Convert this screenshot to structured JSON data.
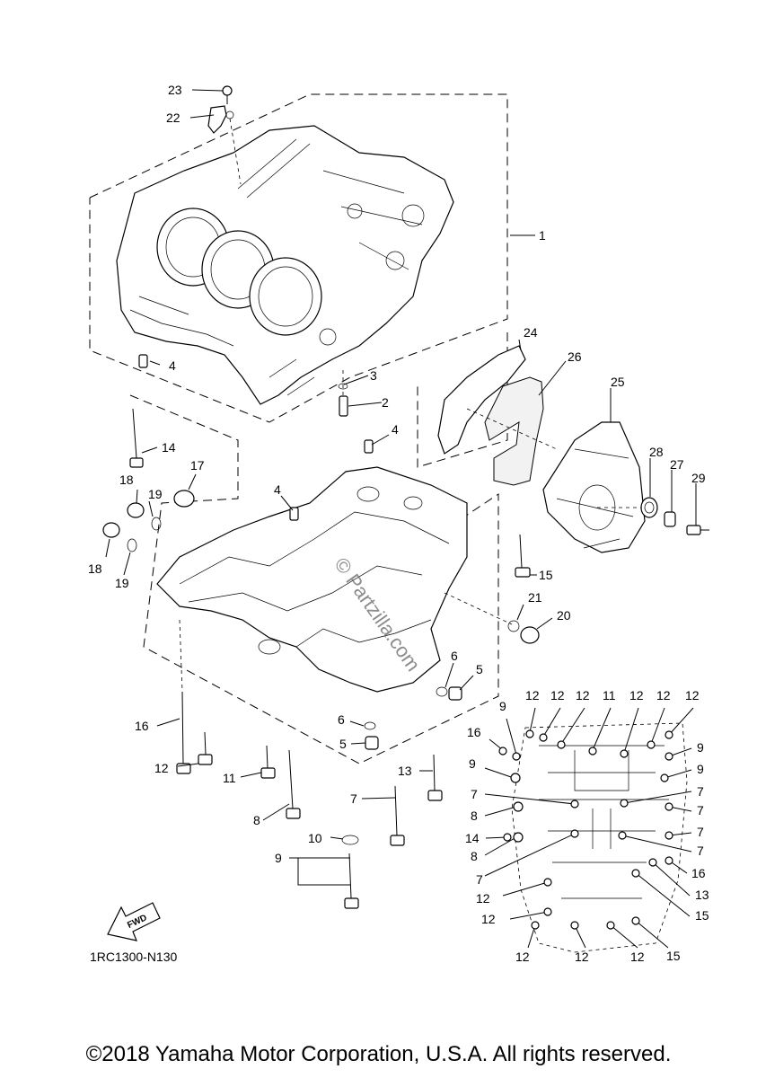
{
  "diagram_code": "1RC1300-N130",
  "copyright": "©2018 Yamaha Motor Corporation, U.S.A. All rights reserved.",
  "watermark": "© Partzilla.com",
  "fwd_label": "FWD",
  "callouts": {
    "c1": "1",
    "c2": "2",
    "c3": "3",
    "c4a": "4",
    "c4b": "4",
    "c4c": "4",
    "c5a": "5",
    "c5b": "5",
    "c6a": "6",
    "c6b": "6",
    "c7": "7",
    "c8": "8",
    "c9": "9",
    "c10": "10",
    "c11": "11",
    "c12": "12",
    "c13": "13",
    "c14": "14",
    "c15": "15",
    "c16": "16",
    "c17": "17",
    "c18a": "18",
    "c18b": "18",
    "c19a": "19",
    "c19b": "19",
    "c20": "20",
    "c21": "21",
    "c22": "22",
    "c23": "23",
    "c24": "24",
    "c25": "25",
    "c26": "26",
    "c27": "27",
    "c28": "28",
    "c29": "29"
  },
  "bottom_view": {
    "top_labels": [
      "12",
      "12",
      "12",
      "11",
      "12",
      "12",
      "12"
    ],
    "left_labels": [
      "9",
      "16",
      "9",
      "7",
      "8",
      "14",
      "8",
      "7",
      "12",
      "12",
      "12"
    ],
    "right_labels": [
      "9",
      "9",
      "7",
      "7",
      "7",
      "7",
      "16",
      "13",
      "15",
      "15"
    ],
    "bottom_labels": [
      "12",
      "12",
      "12"
    ]
  }
}
